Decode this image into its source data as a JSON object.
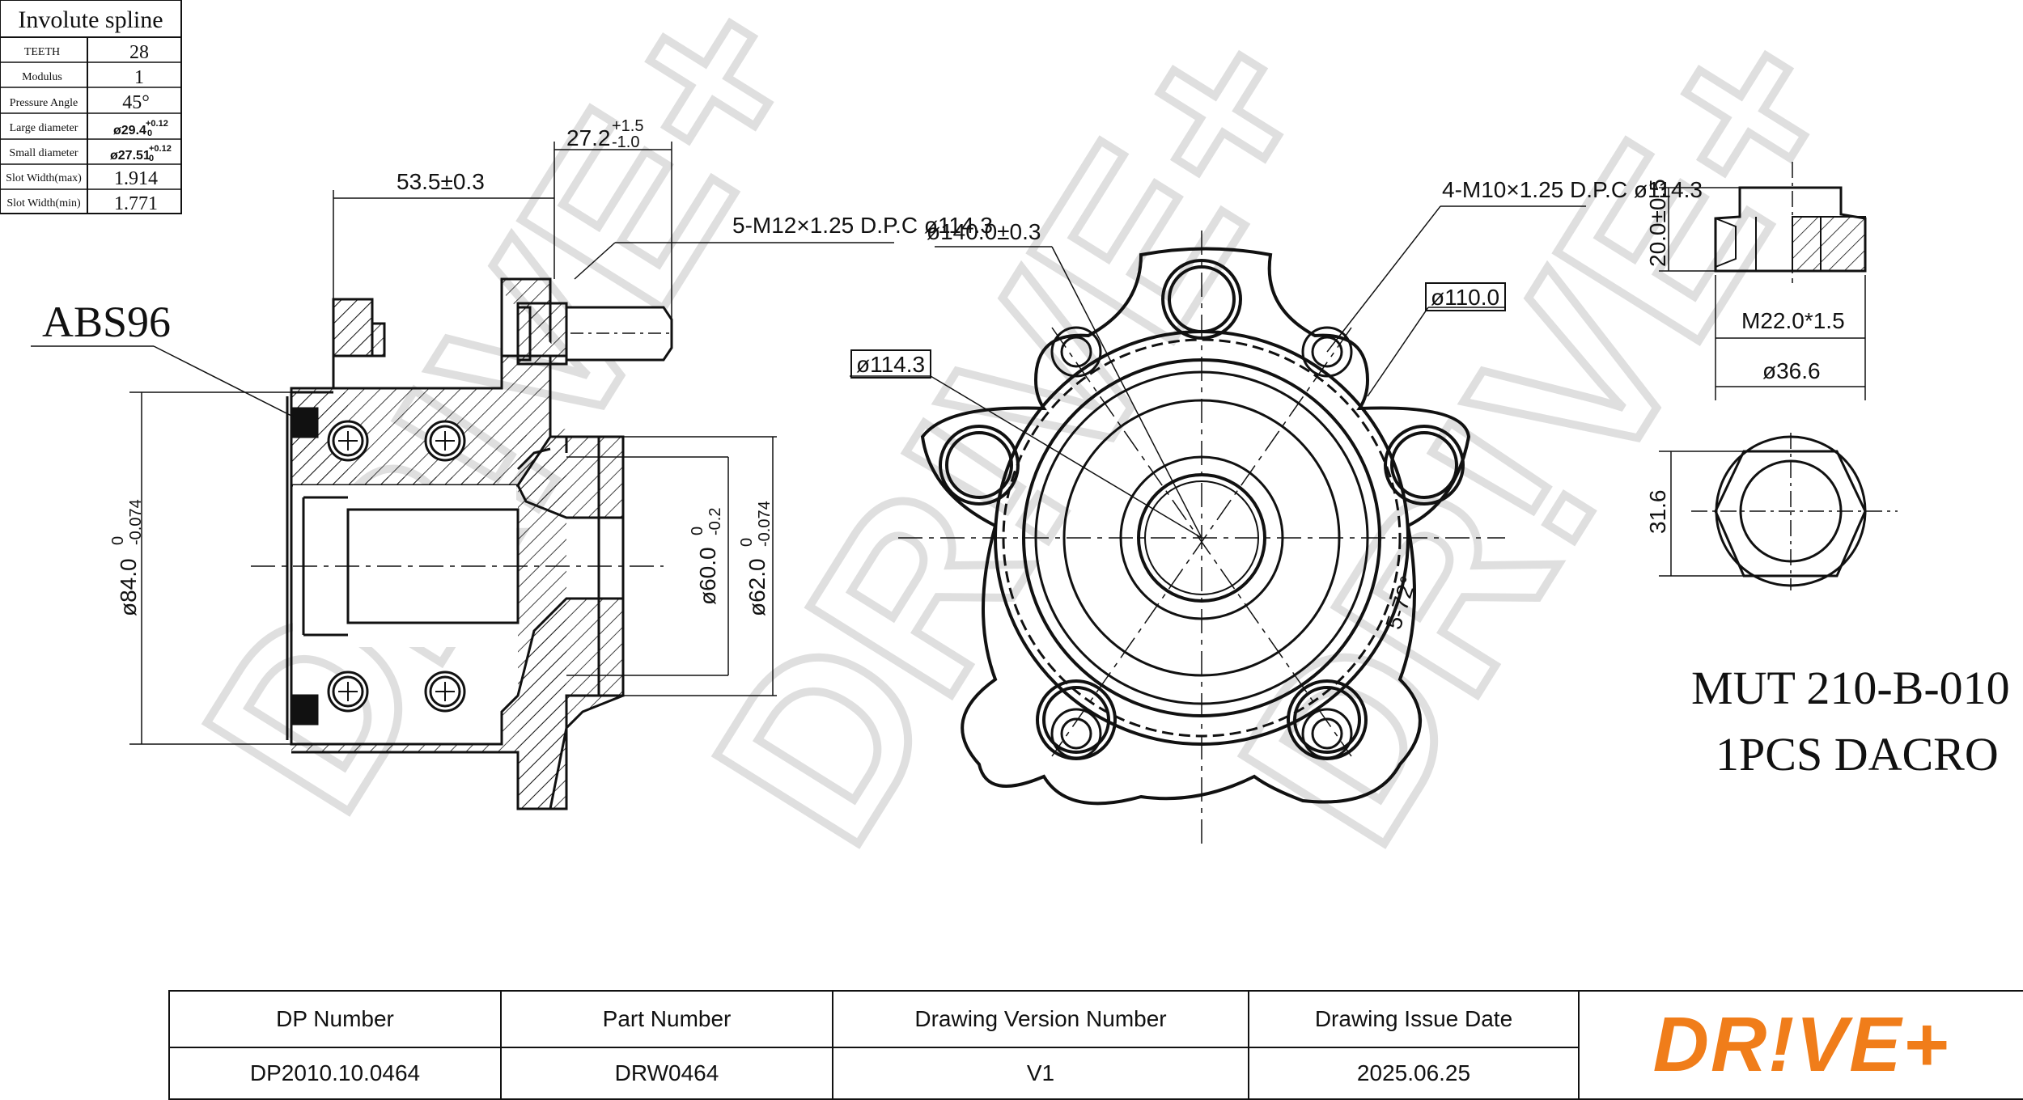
{
  "spline_table": {
    "title": "Involute spline",
    "rows": [
      {
        "label": "TEETH",
        "value": "28"
      },
      {
        "label": "Modulus",
        "value": "1"
      },
      {
        "label": "Pressure Angle",
        "value": "45°"
      },
      {
        "label": "Large diameter",
        "value": "ø29.4",
        "tol_upper": "+0.12",
        "tol_lower": "0"
      },
      {
        "label": "Small diameter",
        "value": "ø27.51",
        "tol_upper": "+0.12",
        "tol_lower": "0"
      },
      {
        "label": "Slot Width(max)",
        "value": "1.914"
      },
      {
        "label": "Slot Width(min)",
        "value": "1.771"
      }
    ]
  },
  "side_view": {
    "abs_label": "ABS96",
    "dim_length": "53.5±0.3",
    "dim_stud": "27.2",
    "dim_stud_tol_upper": "+1.5",
    "dim_stud_tol_lower": "-1.0",
    "stud_callout": "5-M12×1.25 D.P.C ø114.3",
    "dia_outer": "ø84.0",
    "dia_outer_tol_upper": "0",
    "dia_outer_tol_lower": "-0.074",
    "dia_pilot": "ø60.0",
    "dia_pilot_tol_upper": "0",
    "dia_pilot_tol_lower": "-0.2",
    "dia_bore": "ø62.0",
    "dia_bore_tol_upper": "0",
    "dia_bore_tol_lower": "-0.074"
  },
  "front_view": {
    "dia_flange": "ø140.0±0.3",
    "bolt_callout": "4-M10×1.25 D.P.C ø114.3",
    "dia_110": "ø110.0",
    "dia_114": "ø114.3",
    "angle_label": "5-72°"
  },
  "nut_view": {
    "height": "20.0±0.5",
    "thread": "M22.0*1.5",
    "dia": "ø36.6",
    "across_flats": "31.6",
    "part": "MUT 210-B-010",
    "note": "1PCS DACRO"
  },
  "watermark": "DR!VE+",
  "title_block": {
    "headers": [
      "DP Number",
      "Part Number",
      "Drawing Version Number",
      "Drawing Issue Date"
    ],
    "values": [
      "DP2010.10.0464",
      "DRW0464",
      "V1",
      "2025.06.25"
    ],
    "logo": "DR!VE+",
    "logo_color": "#f07d1a"
  }
}
